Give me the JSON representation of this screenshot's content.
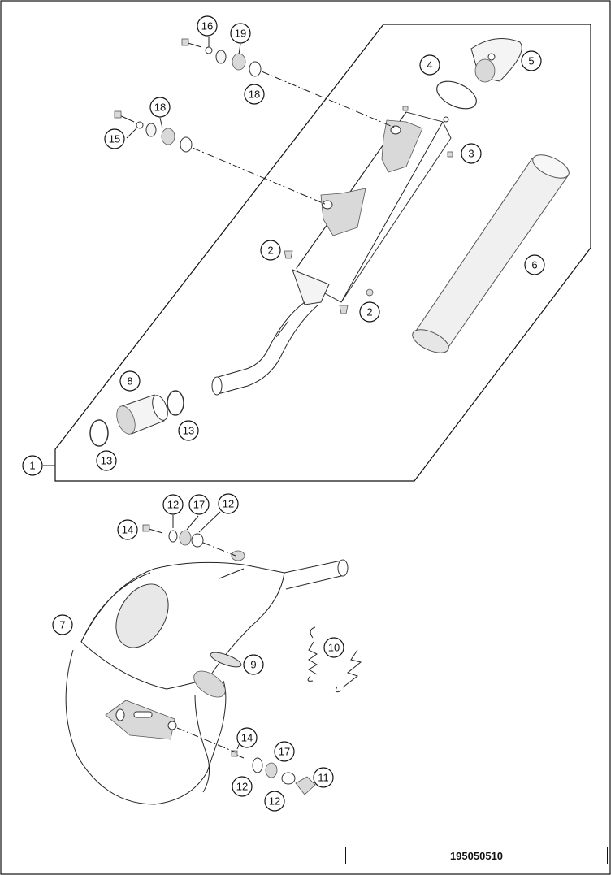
{
  "diagram": {
    "drawing_number": "195050510",
    "callouts": [
      {
        "id": "c16",
        "label": "16"
      },
      {
        "id": "c19",
        "label": "19"
      },
      {
        "id": "c18a",
        "label": "18"
      },
      {
        "id": "c18b",
        "label": "18"
      },
      {
        "id": "c15",
        "label": "15"
      },
      {
        "id": "c4",
        "label": "4"
      },
      {
        "id": "c5",
        "label": "5"
      },
      {
        "id": "c3",
        "label": "3"
      },
      {
        "id": "c2a",
        "label": "2"
      },
      {
        "id": "c2b",
        "label": "2"
      },
      {
        "id": "c6",
        "label": "6"
      },
      {
        "id": "c8",
        "label": "8"
      },
      {
        "id": "c13a",
        "label": "13"
      },
      {
        "id": "c13b",
        "label": "13"
      },
      {
        "id": "c1",
        "label": "1"
      },
      {
        "id": "c14a",
        "label": "14"
      },
      {
        "id": "c12a",
        "label": "12"
      },
      {
        "id": "c17a",
        "label": "17"
      },
      {
        "id": "c12b",
        "label": "12"
      },
      {
        "id": "c7",
        "label": "7"
      },
      {
        "id": "c9",
        "label": "9"
      },
      {
        "id": "c10",
        "label": "10"
      },
      {
        "id": "c14b",
        "label": "14"
      },
      {
        "id": "c17b",
        "label": "17"
      },
      {
        "id": "c11",
        "label": "11"
      },
      {
        "id": "c12c",
        "label": "12"
      },
      {
        "id": "c12d",
        "label": "12"
      }
    ]
  }
}
